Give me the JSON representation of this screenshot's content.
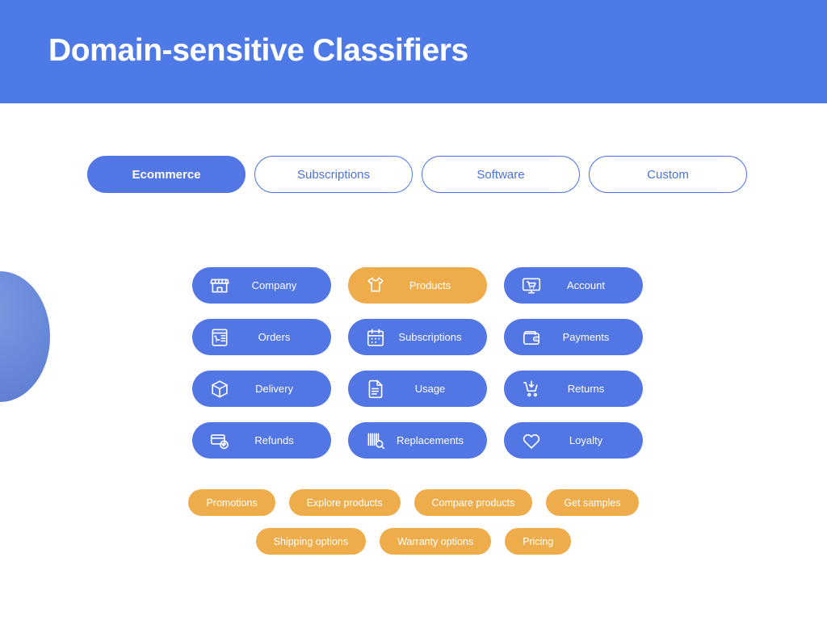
{
  "theme": {
    "header_bg": "#4e7ae8",
    "primary_blue": "#5277e5",
    "accent_orange": "#efac4a",
    "page_bg": "#ffffff",
    "text_on_blue": "#ffffff",
    "tab_text_blue": "#4b72df"
  },
  "header": {
    "title": "Domain-sensitive Classifiers"
  },
  "tabs": [
    {
      "label": "Ecommerce",
      "active": true,
      "name": "tab-ecommerce"
    },
    {
      "label": "Subscriptions",
      "active": false,
      "name": "tab-subscriptions"
    },
    {
      "label": "Software",
      "active": false,
      "name": "tab-software"
    },
    {
      "label": "Custom",
      "active": false,
      "name": "tab-custom"
    }
  ],
  "categories": [
    {
      "label": "Company",
      "icon": "storefront-icon",
      "accent": false
    },
    {
      "label": "Products",
      "icon": "tshirt-icon",
      "accent": true
    },
    {
      "label": "Account",
      "icon": "monitor-cart-icon",
      "accent": false
    },
    {
      "label": "Orders",
      "icon": "invoice-cart-icon",
      "accent": false
    },
    {
      "label": "Subscriptions",
      "icon": "calendar-icon",
      "accent": false
    },
    {
      "label": "Payments",
      "icon": "wallet-icon",
      "accent": false
    },
    {
      "label": "Delivery",
      "icon": "box-icon",
      "accent": false
    },
    {
      "label": "Usage",
      "icon": "document-list-icon",
      "accent": false
    },
    {
      "label": "Returns",
      "icon": "cart-return-icon",
      "accent": false
    },
    {
      "label": "Refunds",
      "icon": "card-check-icon",
      "accent": false
    },
    {
      "label": "Replacements",
      "icon": "barcode-search-icon",
      "accent": false
    },
    {
      "label": "Loyalty",
      "icon": "heart-icon",
      "accent": false
    }
  ],
  "intent_chips": {
    "row_a": [
      {
        "label": "Promotions"
      },
      {
        "label": "Explore products"
      },
      {
        "label": "Compare products"
      },
      {
        "label": "Get samples"
      }
    ],
    "row_b": [
      {
        "label": "Shipping options"
      },
      {
        "label": "Warranty options"
      },
      {
        "label": "Pricing"
      }
    ]
  },
  "decor": {
    "circle_name": "decorative-circle"
  }
}
